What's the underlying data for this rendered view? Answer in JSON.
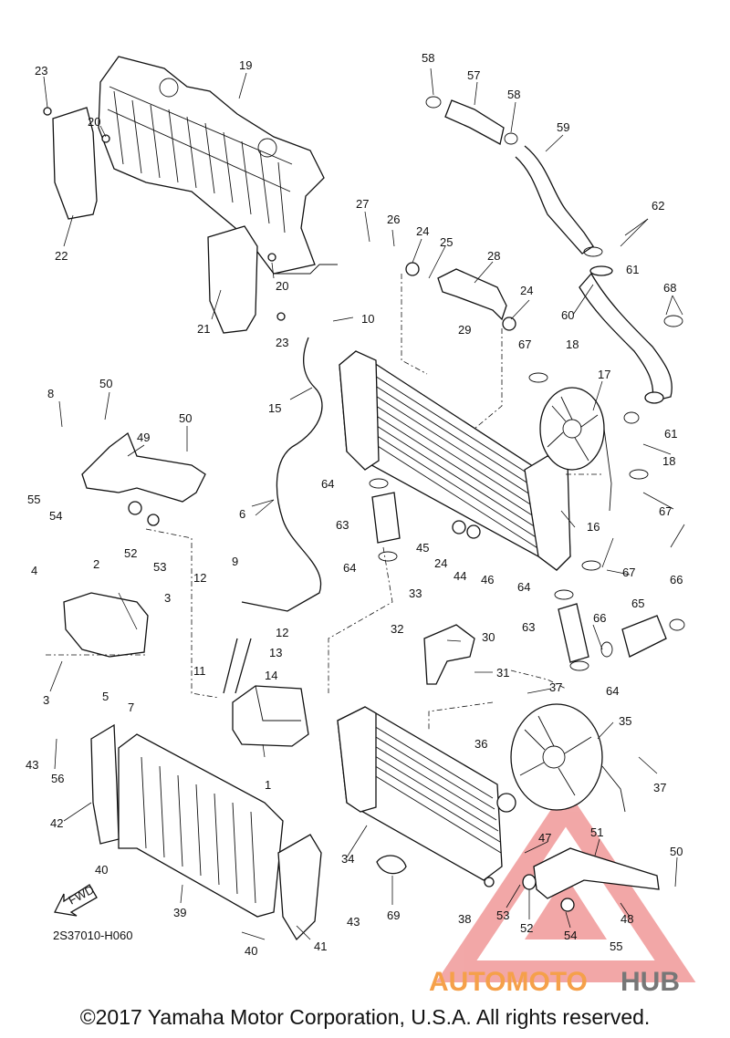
{
  "diagram": {
    "code": "2S37010-H060",
    "fwd_label": "FWD",
    "callouts": [
      "1",
      "2",
      "3",
      "3",
      "4",
      "5",
      "6",
      "7",
      "8",
      "9",
      "10",
      "11",
      "12",
      "12",
      "13",
      "14",
      "15",
      "16",
      "17",
      "18",
      "19",
      "20",
      "20",
      "21",
      "22",
      "23",
      "23",
      "24",
      "24",
      "24",
      "25",
      "26",
      "27",
      "28",
      "29",
      "30",
      "31",
      "32",
      "33",
      "34",
      "35",
      "36",
      "37",
      "37",
      "38",
      "39",
      "40",
      "40",
      "41",
      "42",
      "43",
      "43",
      "44",
      "45",
      "46",
      "47",
      "48",
      "49",
      "50",
      "50",
      "50",
      "51",
      "52",
      "52",
      "53",
      "53",
      "54",
      "54",
      "55",
      "55",
      "56",
      "57",
      "58",
      "58",
      "59",
      "60",
      "61",
      "61",
      "62",
      "63",
      "63",
      "64",
      "64",
      "64",
      "64",
      "65",
      "66",
      "66",
      "67",
      "67",
      "67",
      "68",
      "18",
      "69"
    ]
  },
  "watermark": {
    "part1": "AUTOMOTO",
    "part2": "HUB",
    "color1": "#f5a04a",
    "color2": "#777777",
    "triangle_color": "#e86060"
  },
  "footer": {
    "copyright": "©2017 Yamaha Motor Corporation, U.S.A. All rights reserved."
  }
}
